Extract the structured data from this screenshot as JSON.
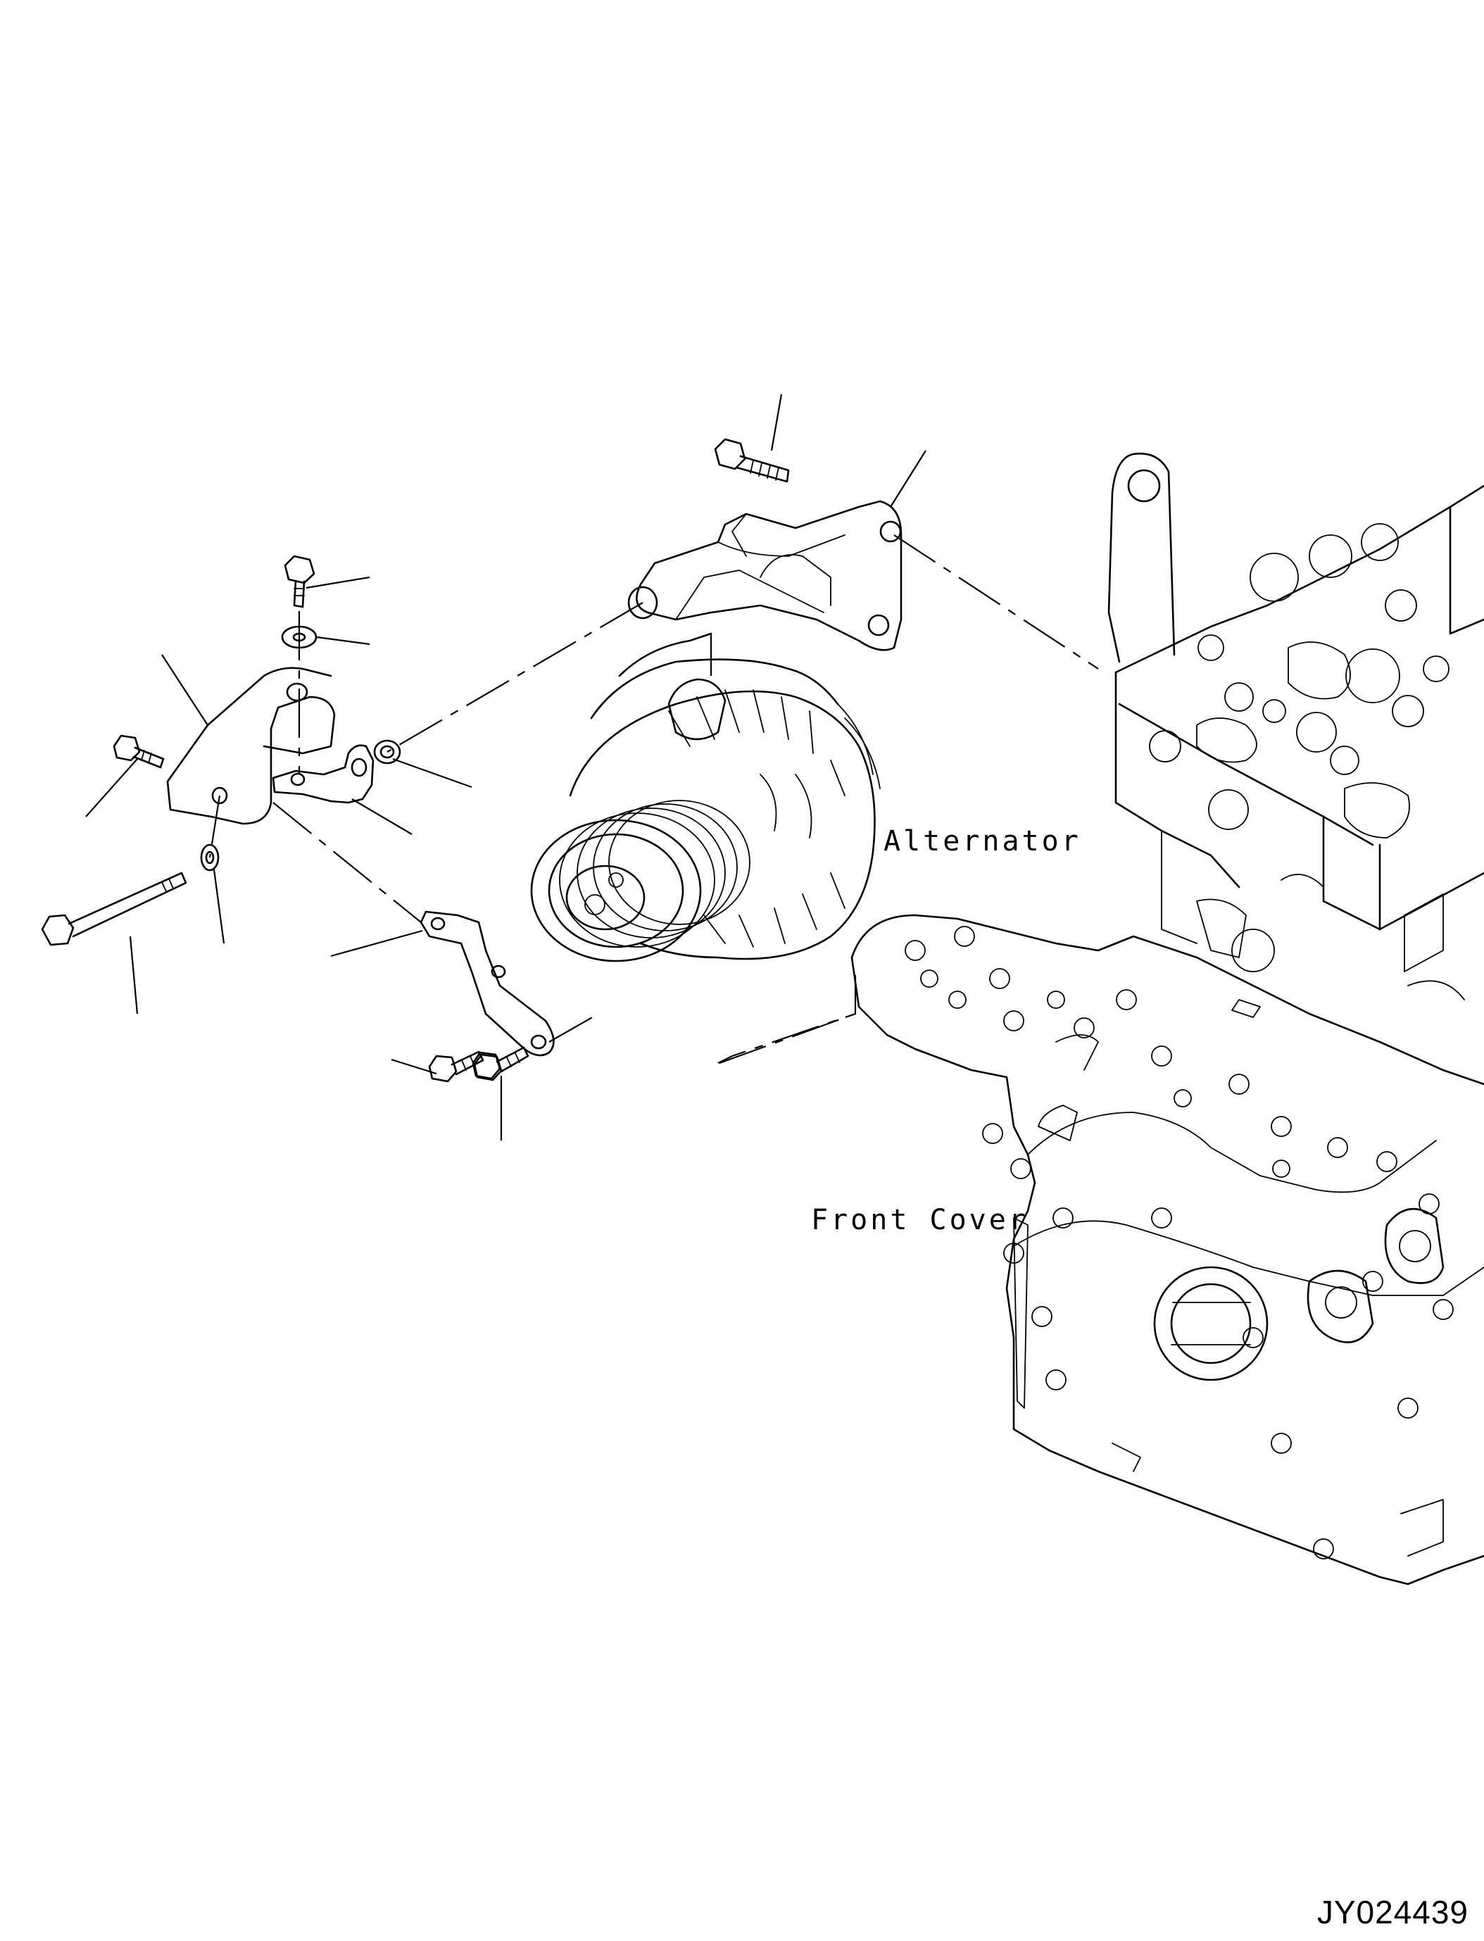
{
  "labels": {
    "alternator": "Alternator",
    "front_cover": "Front Cover"
  },
  "figure_code": "JY024439"
}
